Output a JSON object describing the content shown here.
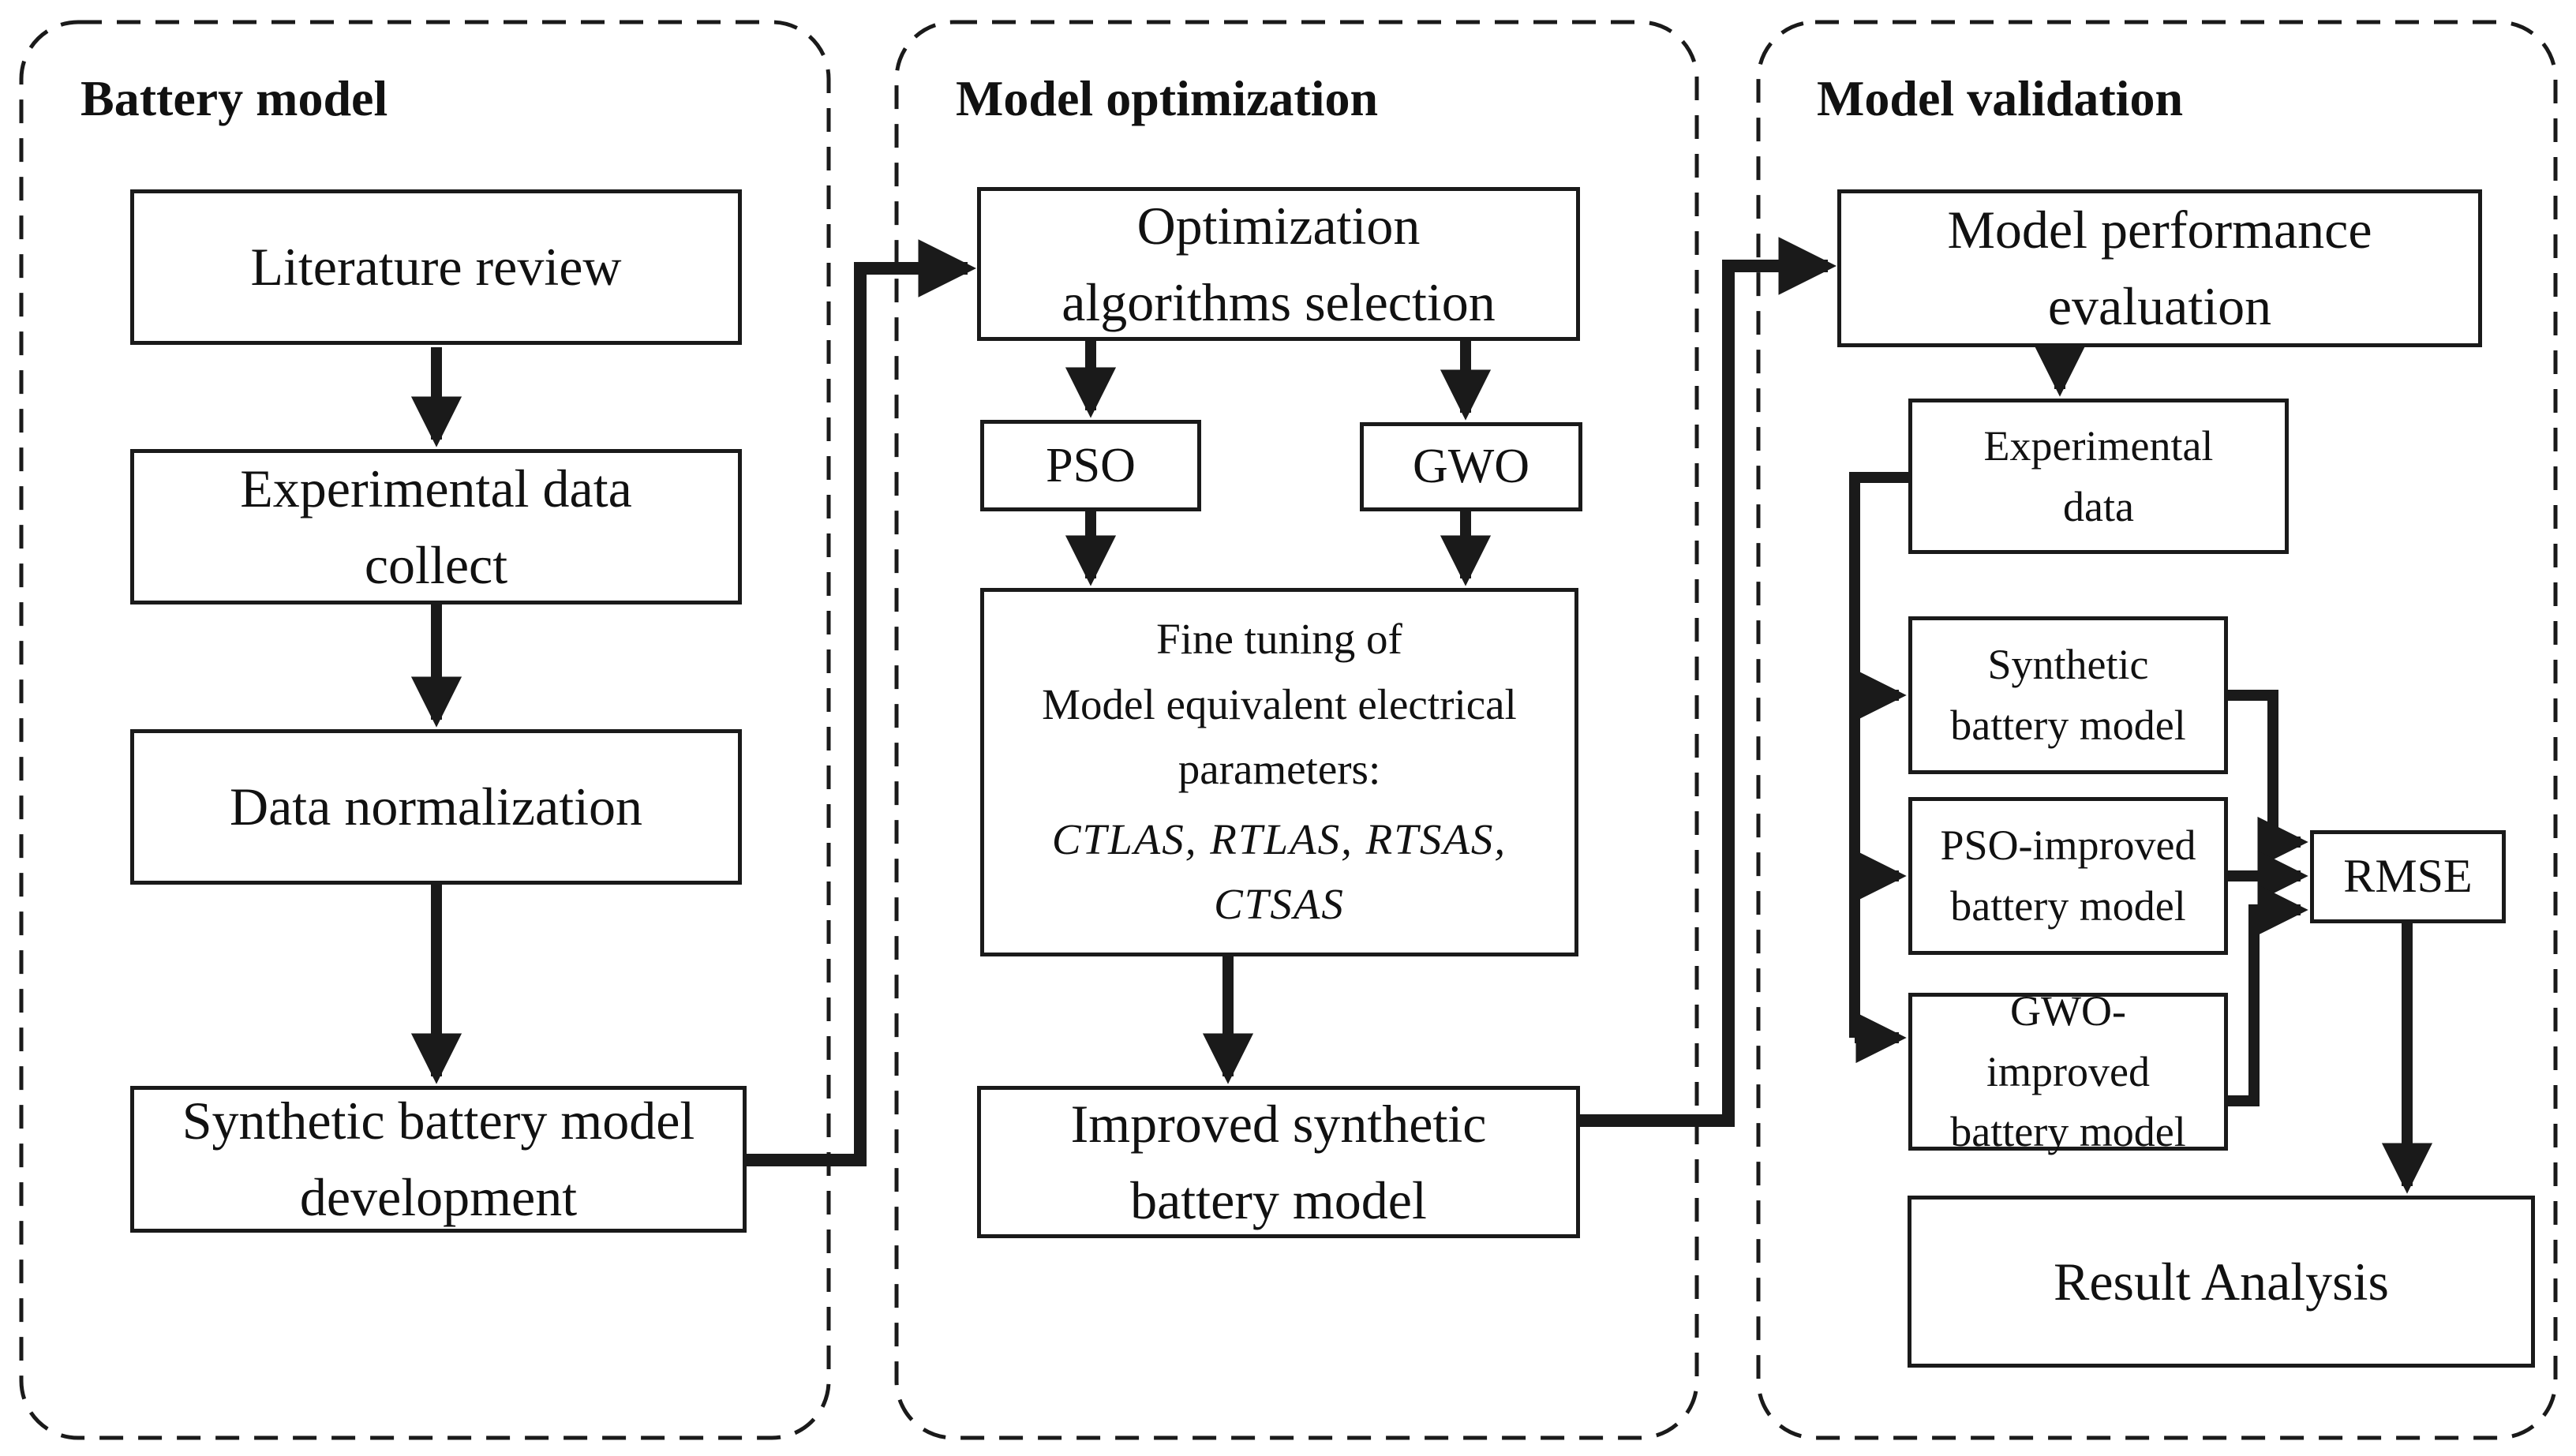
{
  "diagram": {
    "background_color": "#ffffff",
    "line_color": "#1a1a1a",
    "panels": [
      {
        "title": "Battery model"
      },
      {
        "title": "Model optimization"
      },
      {
        "title": "Model validation"
      }
    ],
    "battery_model": {
      "literature_review": "Literature review",
      "experimental_data_collect": "Experimental data\ncollect",
      "data_normalization": "Data normalization",
      "synthetic_development": "Synthetic battery model\ndevelopment"
    },
    "model_optimization": {
      "algorithms_selection": "Optimization\nalgorithms selection",
      "pso": "PSO",
      "gwo": "GWO",
      "fine_tuning_intro": "Fine tuning of\nModel equivalent electrical\nparameters:",
      "fine_tuning_params": "CTLAS, RTLAS, RTSAS, CTSAS",
      "improved_model": "Improved synthetic\nbattery model"
    },
    "model_validation": {
      "performance_evaluation": "Model performance\nevaluation",
      "experimental_data": "Experimental\ndata",
      "synthetic_model": "Synthetic\nbattery model",
      "pso_improved": "PSO-improved\nbattery model",
      "gwo_improved": "GWO-\nimproved\nbattery model",
      "rmse": "RMSE",
      "result_analysis": "Result Analysis"
    }
  }
}
